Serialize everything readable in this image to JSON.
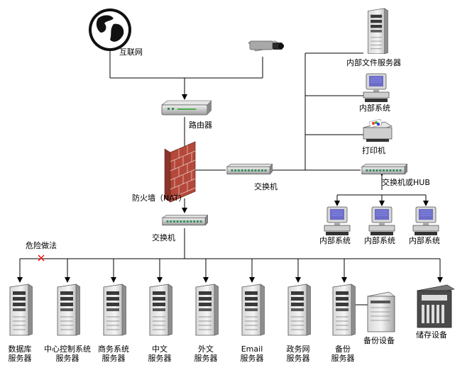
{
  "top": {
    "internet": "互联网",
    "router": "路由器",
    "firewall": "防火墙（NAT）",
    "main_switch": "交换机",
    "mid_switch": "交换机",
    "right_switch": "交换机或HUB",
    "danger": "危险做法"
  },
  "right_column": [
    {
      "id": "file-server",
      "label": "内部文件服务器"
    },
    {
      "id": "internal-system",
      "label": "内部系统"
    },
    {
      "id": "printer",
      "label": "打印机"
    }
  ],
  "right_pcs": [
    "内部系统",
    "内部系统",
    "内部系统"
  ],
  "servers": [
    {
      "line1": "数据库",
      "line2": "服务器"
    },
    {
      "line1": "中心控制系统",
      "line2": "服务器"
    },
    {
      "line1": "商务系统",
      "line2": "服务器"
    },
    {
      "line1": "中文",
      "line2": "服务器"
    },
    {
      "line1": "外文",
      "line2": "服务器"
    },
    {
      "line1": "Email",
      "line2": "服务器"
    },
    {
      "line1": "政务网",
      "line2": "服务器"
    },
    {
      "line1": "备份",
      "line2": "服务器"
    }
  ],
  "backup_device": "备份设备",
  "storage_device": "储存设备",
  "colors": {
    "line": "#000000",
    "danger_x": "#ff0000",
    "brick": "#b5483a"
  }
}
